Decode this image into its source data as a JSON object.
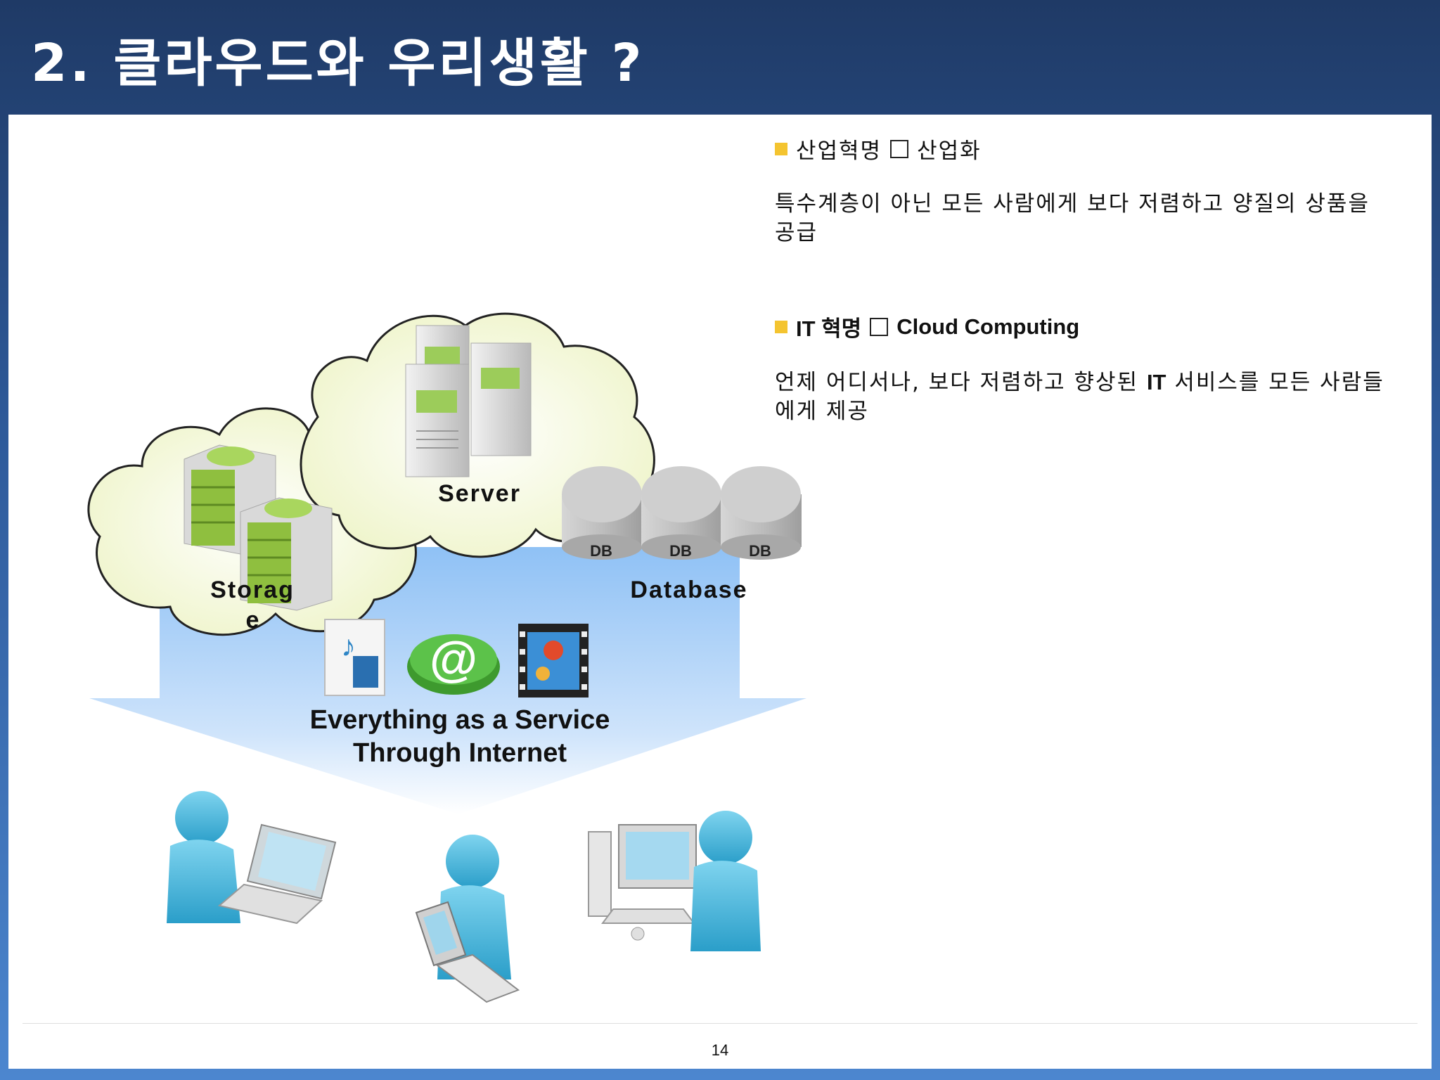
{
  "slide": {
    "title": "2.  클라우드와 우리생활 ?",
    "page_number": "14"
  },
  "diagram": {
    "server_label": "Server",
    "storage_label_line1": "Storag",
    "storage_label_line2": "e",
    "database_label": "Database",
    "db_labels": [
      "DB",
      "DB",
      "DB"
    ],
    "service_line1": "Everything as a Service",
    "service_line2": "Through Internet"
  },
  "bullets": [
    {
      "head_left": "산업혁명",
      "head_right": "산업화",
      "body": "특수계층이 아닌 모든 사람에게 보다 저렴하고 양질의 상품을 공급"
    },
    {
      "head_left": "IT  혁명",
      "head_right": "Cloud Computing",
      "body_before": "언제 어디서나, 보다 저렴하고 향상된 ",
      "body_bold": "IT",
      "body_after": " 서비스를 모든 사람들에게 제공"
    }
  ],
  "colors": {
    "title_bg": "#1f3a66",
    "bullet_square": "#f4c430",
    "arrow_blue": "#8fc1f5",
    "cloud_fill": "#f8fbe8",
    "storage_green": "#8fbf3f",
    "person_blue": "#3aaed3"
  }
}
